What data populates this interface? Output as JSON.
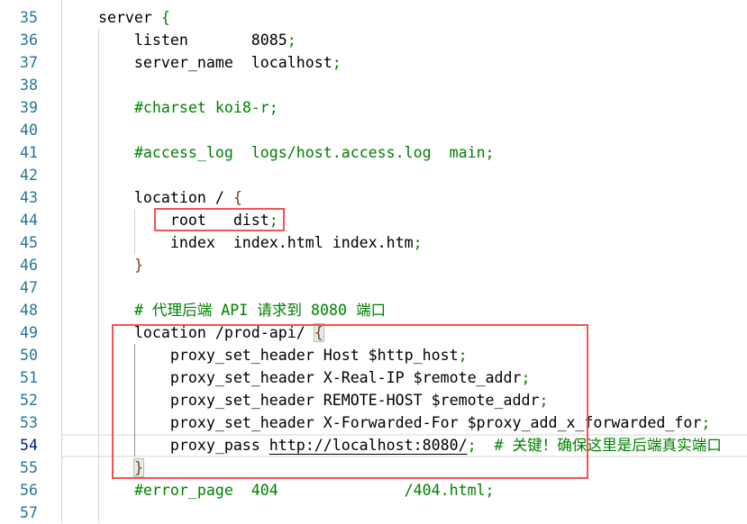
{
  "editor": {
    "current_line": 54,
    "highlight_color": "#f25454",
    "lines": [
      {
        "n": 35,
        "tokens": [
          {
            "t": "    server "
          },
          {
            "t": "{",
            "c": "brace-g"
          }
        ]
      },
      {
        "n": 36,
        "tokens": [
          {
            "t": "        listen       8085"
          },
          {
            "t": ";",
            "c": "punct"
          }
        ]
      },
      {
        "n": 37,
        "tokens": [
          {
            "t": "        server_name  localhost"
          },
          {
            "t": ";",
            "c": "punct"
          }
        ]
      },
      {
        "n": 38,
        "tokens": []
      },
      {
        "n": 39,
        "tokens": [
          {
            "t": "        "
          },
          {
            "t": "#charset koi8-r;",
            "c": "comment"
          }
        ]
      },
      {
        "n": 40,
        "tokens": []
      },
      {
        "n": 41,
        "tokens": [
          {
            "t": "        "
          },
          {
            "t": "#access_log  logs/host.access.log  main;",
            "c": "comment"
          }
        ]
      },
      {
        "n": 42,
        "tokens": []
      },
      {
        "n": 43,
        "tokens": [
          {
            "t": "        location / "
          },
          {
            "t": "{",
            "c": "brace-b"
          }
        ]
      },
      {
        "n": 44,
        "tokens": [
          {
            "t": "            root   dist"
          },
          {
            "t": ";",
            "c": "punct"
          }
        ]
      },
      {
        "n": 45,
        "tokens": [
          {
            "t": "            index  index.html index.htm"
          },
          {
            "t": ";",
            "c": "punct"
          }
        ]
      },
      {
        "n": 46,
        "tokens": [
          {
            "t": "        "
          },
          {
            "t": "}",
            "c": "brace-b"
          }
        ]
      },
      {
        "n": 47,
        "tokens": []
      },
      {
        "n": 48,
        "tokens": [
          {
            "t": "        "
          },
          {
            "t": "# 代理后端 API 请求到 8080 端口",
            "c": "comment"
          }
        ]
      },
      {
        "n": 49,
        "tokens": [
          {
            "t": "        location /prod-api/ "
          },
          {
            "t": "{",
            "c": "brace-m"
          }
        ]
      },
      {
        "n": 50,
        "tokens": [
          {
            "t": "            proxy_set_header Host $http_host"
          },
          {
            "t": ";",
            "c": "punct"
          }
        ]
      },
      {
        "n": 51,
        "tokens": [
          {
            "t": "            proxy_set_header X-Real-IP $remote_addr"
          },
          {
            "t": ";",
            "c": "punct"
          }
        ]
      },
      {
        "n": 52,
        "tokens": [
          {
            "t": "            proxy_set_header REMOTE-HOST $remote_addr"
          },
          {
            "t": ";",
            "c": "punct"
          }
        ]
      },
      {
        "n": 53,
        "tokens": [
          {
            "t": "            proxy_set_header X-Forwarded-For $proxy_add_x_forwarded_for"
          },
          {
            "t": ";",
            "c": "punct"
          }
        ]
      },
      {
        "n": 54,
        "tokens": [
          {
            "t": "            proxy_pass "
          },
          {
            "t": "http://localhost:8080/",
            "c": "url"
          },
          {
            "t": ";",
            "c": "punct"
          },
          {
            "t": "  # 关键！确保这里是后端真实端口",
            "c": "comment"
          }
        ]
      },
      {
        "n": 55,
        "tokens": [
          {
            "t": "        "
          },
          {
            "t": "}",
            "c": "brace-m"
          }
        ]
      },
      {
        "n": 56,
        "tokens": [
          {
            "t": "        "
          },
          {
            "t": "#error_page  404              /404.html;",
            "c": "comment"
          }
        ]
      },
      {
        "n": 57,
        "tokens": []
      }
    ]
  }
}
